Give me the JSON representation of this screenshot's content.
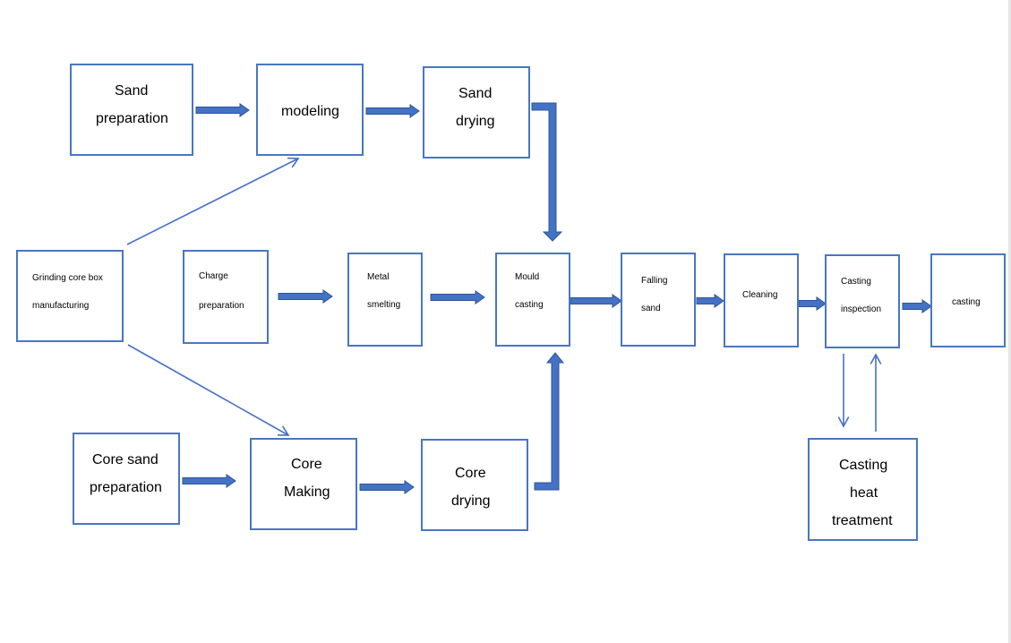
{
  "nodes": {
    "sand_preparation": [
      "Sand",
      "preparation"
    ],
    "modeling": [
      "modeling"
    ],
    "sand_drying": [
      "Sand",
      "drying"
    ],
    "grinding_core_box": [
      "Grinding core box",
      "manufacturing"
    ],
    "charge_preparation": [
      "Charge",
      "preparation"
    ],
    "metal_smelting": [
      "Metal",
      "smelting"
    ],
    "mould_casting": [
      "Mould",
      "casting"
    ],
    "falling_sand": [
      "Falling",
      "sand"
    ],
    "cleaning": [
      "Cleaning"
    ],
    "casting_inspection": [
      "Casting",
      "inspection"
    ],
    "casting": [
      "casting"
    ],
    "core_sand_preparation": [
      "Core sand",
      "preparation"
    ],
    "core_making": [
      "Core",
      "Making"
    ],
    "core_drying": [
      "Core",
      "drying"
    ],
    "casting_heat_treatment": [
      "Casting",
      "heat",
      "treatment"
    ]
  },
  "colors": {
    "box_border": "#4a76c2",
    "thick_arrow_fill": "#4472c4",
    "thick_arrow_stroke": "#2f5597",
    "thin_arrow": "#4472c4"
  }
}
